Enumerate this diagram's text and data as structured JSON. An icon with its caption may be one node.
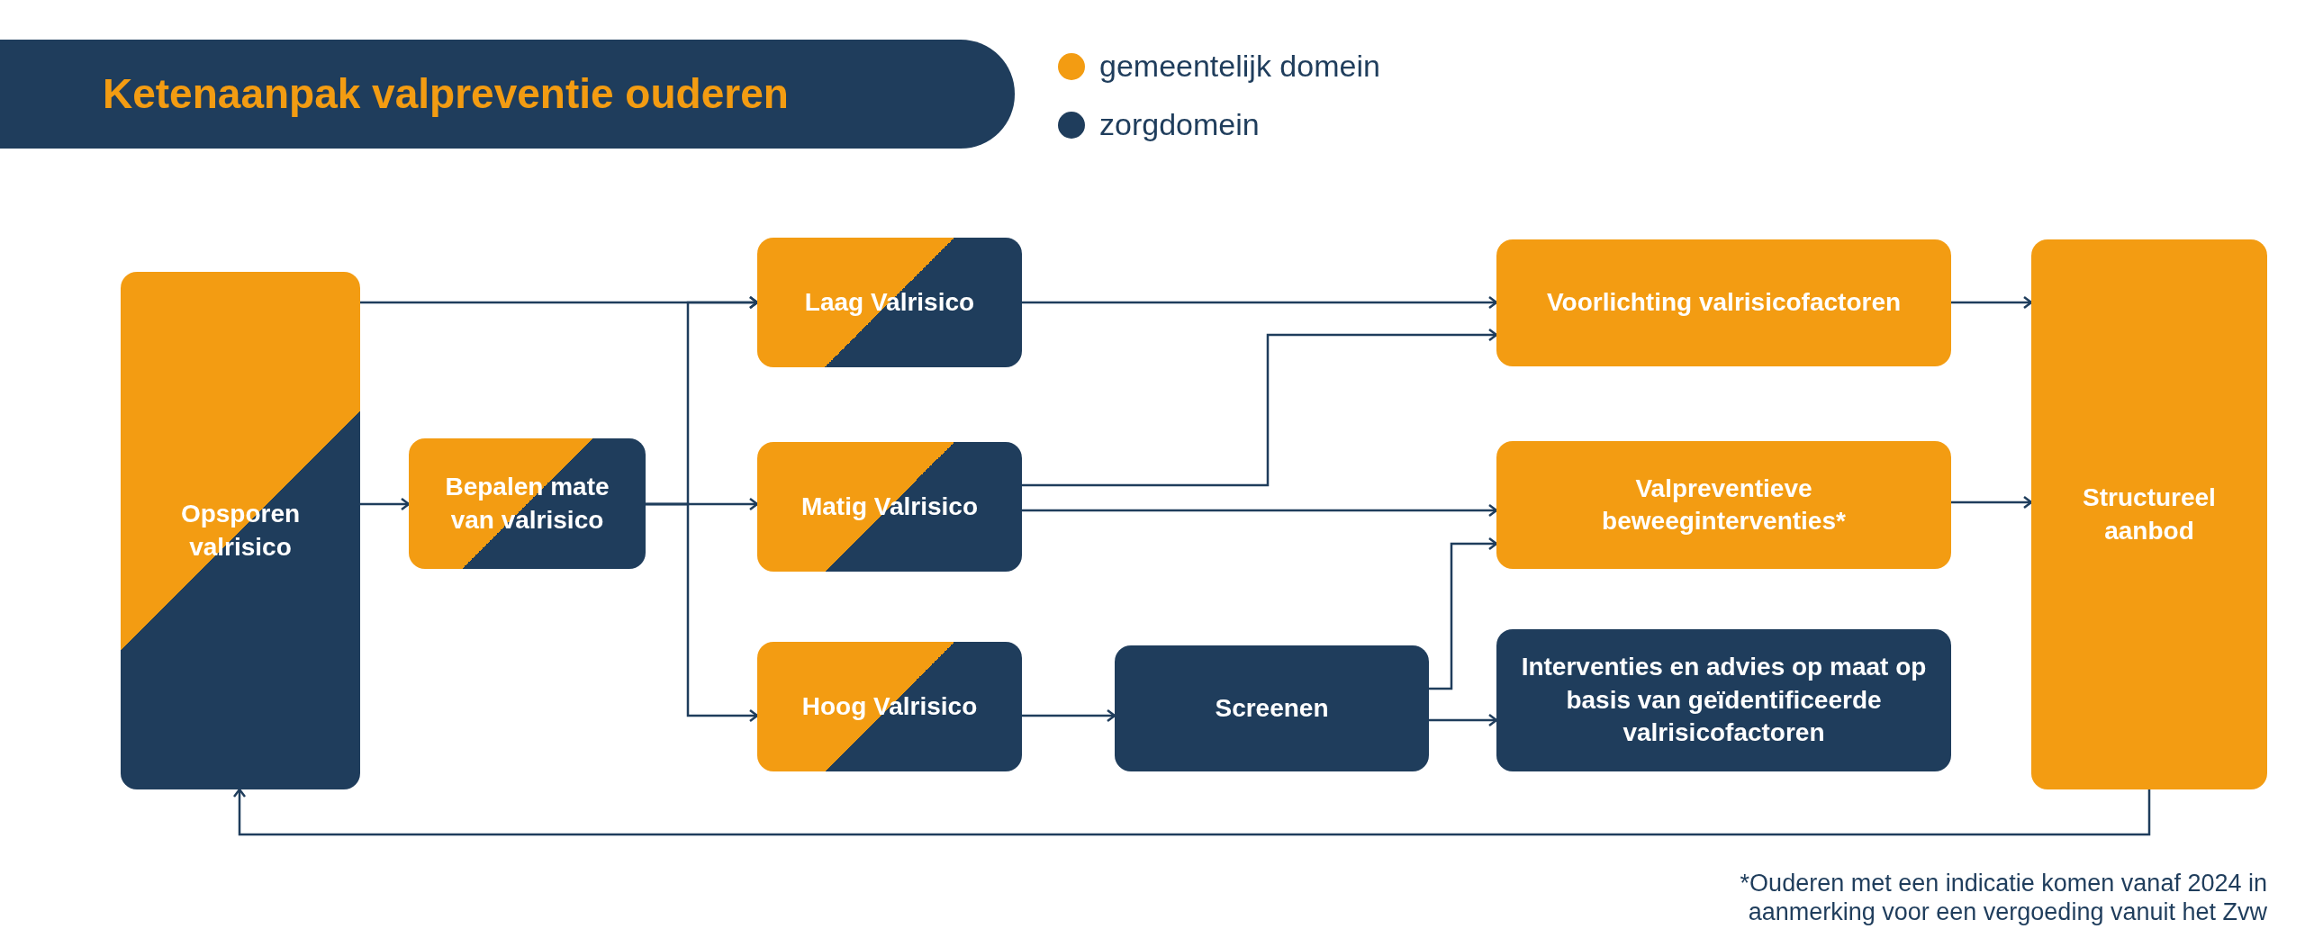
{
  "diagram": {
    "title": "Ketenaanpak valpreventie ouderen",
    "nodes": [
      {
        "text": [
          "Opsporen valrisico"
        ]
      },
      {
        "text": [
          "Bepalen mate van valrisico"
        ]
      },
      {
        "text": [
          "Laag Valrisico"
        ]
      },
      {
        "text": [
          "Matig Valrisico"
        ]
      },
      {
        "text": [
          "Hoog Valrisico"
        ]
      },
      {
        "text": [
          "Screenen"
        ]
      },
      {
        "text": [
          "Voorlichting valrisicofactoren"
        ]
      },
      {
        "text": [
          "Valpreventieve beweeginterventies*"
        ]
      },
      {
        "text": [
          "Interventies en advies op maat op basis van geïdentificeerde valrisicofactoren"
        ]
      },
      {
        "text": [
          "Structureel aanbod"
        ]
      }
    ],
    "edges": [
      {
        "from": 0,
        "to": 1,
        "arrow": "to"
      },
      {
        "from": 0,
        "to": 2,
        "arrow": "to"
      },
      {
        "from": 1,
        "to": 2,
        "arrow": "to"
      },
      {
        "from": 1,
        "to": 3,
        "arrow": "to"
      },
      {
        "from": 1,
        "to": 4,
        "arrow": "to"
      },
      {
        "from": 2,
        "to": 6,
        "arrow": "to"
      },
      {
        "from": 3,
        "to": 6,
        "arrow": "to"
      },
      {
        "from": 3,
        "to": 7,
        "arrow": "to"
      },
      {
        "from": 4,
        "to": 5,
        "arrow": "to"
      },
      {
        "from": 5,
        "to": 7,
        "arrow": "to"
      },
      {
        "from": 5,
        "to": 8,
        "arrow": "to"
      },
      {
        "from": 6,
        "to": 9,
        "arrow": "to"
      },
      {
        "from": 7,
        "to": 9,
        "arrow": "to"
      },
      {
        "from": 9,
        "to": 0,
        "arrow": "to"
      }
    ],
    "labels": [
      "*Ouderen met een indicatie komen vanaf 2024 in aanmerking voor een vergoeding vanuit het Zvw"
    ],
    "legend": [
      {
        "text": "gemeentelijk domein",
        "color": "#f39c12"
      },
      {
        "text": "zorgdomein",
        "color": "#1f3d5c"
      }
    ]
  }
}
